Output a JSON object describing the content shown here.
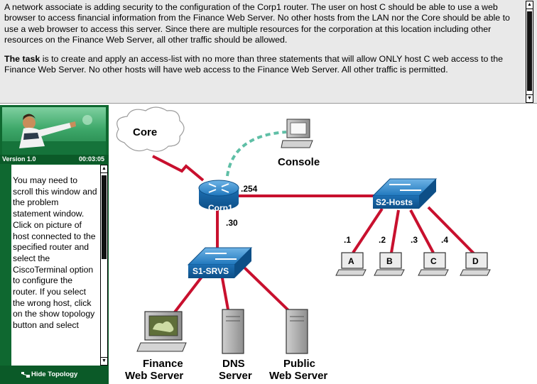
{
  "problem": {
    "intro": "A network associate is adding security to the configuration of the Corp1 router. The user on host C should be able to use a web browser to access financial information from the Finance Web Server. No other hosts from the LAN nor the Core should be able to use a web browser to access this server. Since there are multiple resources for the corporation at this location including other resources on the Finance Web Server, all other traffic should be allowed.",
    "task_heading": "The task",
    "task_body": " is to create and apply an access-list with no more than three statements that will allow ONLY host C  web access to the Finance Web Server. No other hosts will have web access to the Finance Web Server.  All other traffic is permitted."
  },
  "sidebar": {
    "version": "Version 1.0",
    "timer": "00:03:05",
    "instructions": "You may need to scroll this window and the problem statement window. Click on picture of host connected to the specified router and select the CiscoTerminal option to configure the router. If you select the wrong host, click on the show topology button and select",
    "hide_topology": "Hide Topology"
  },
  "topology": {
    "core": "Core",
    "console": "Console",
    "router": "Corp1",
    "router_right_ip": ".254",
    "router_down_ip": ".30",
    "switch_hosts": "S2-Hosts",
    "switch_servers": "S1-SRVS",
    "hosts": [
      {
        "ip": ".1",
        "name": "A"
      },
      {
        "ip": ".2",
        "name": "B"
      },
      {
        "ip": ".3",
        "name": "C"
      },
      {
        "ip": ".4",
        "name": "D"
      }
    ],
    "servers": [
      {
        "line1": "Finance",
        "line2": "Web Server"
      },
      {
        "line1": "DNS",
        "line2": "Server"
      },
      {
        "line1": "Public",
        "line2": "Web Server"
      }
    ]
  },
  "colors": {
    "link": "#c8102e",
    "console_link": "#5fbfa6",
    "device_blue": "#1b74b8",
    "sidebar_green": "#0f6830"
  }
}
